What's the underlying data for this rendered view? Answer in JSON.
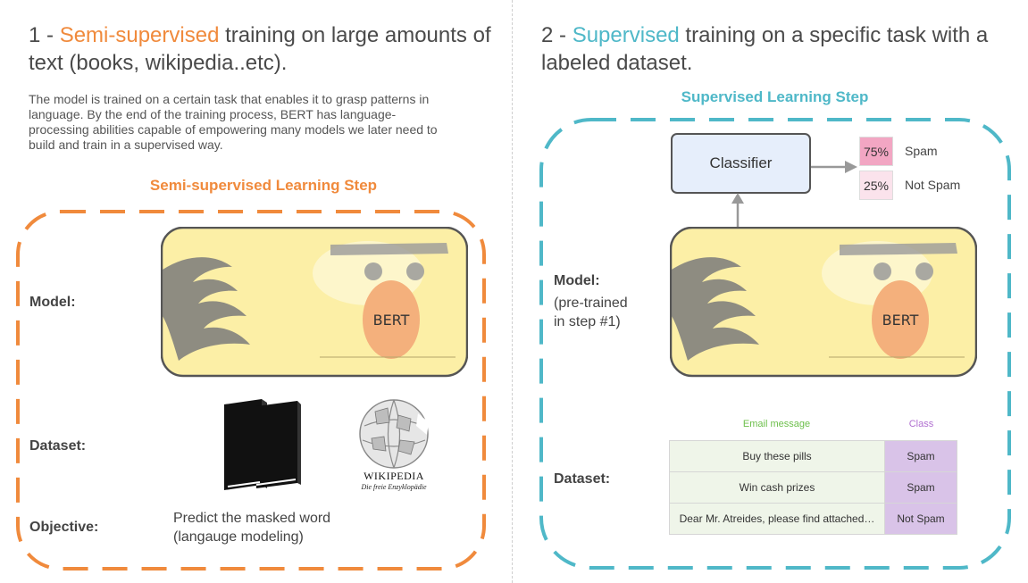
{
  "left": {
    "heading_prefix": "1 - ",
    "heading_accent": "Semi-supervised",
    "heading_rest": " training on large amounts of text (books, wikipedia..etc).",
    "description": "The model is trained on a certain task that enables it to grasp patterns in language. By the end of the training process, BERT has language-processing abilities capable of empowering many models we later need to build and train in a supervised way.",
    "step_title": "Semi-supervised Learning Step",
    "model_label": "Model:",
    "dataset_label": "Dataset:",
    "objective_label": "Objective:",
    "objective_text_1": "Predict the masked word",
    "objective_text_2": "(langauge modeling)",
    "wiki_name": "WIKIPEDIA",
    "wiki_tagline": "Die freie Enzyklopädie"
  },
  "right": {
    "heading_prefix": "2 - ",
    "heading_accent": "Supervised",
    "heading_rest": " training on a specific task with a labeled dataset.",
    "step_title": "Supervised Learning Step",
    "model_label": "Model:",
    "model_sub_1": "(pre-trained",
    "model_sub_2": "in step #1)",
    "dataset_label": "Dataset:",
    "classifier_label": "Classifier",
    "outputs": [
      {
        "percent": "75%",
        "label": "Spam"
      },
      {
        "percent": "25%",
        "label": "Not Spam"
      }
    ],
    "table": {
      "col_message": "Email message",
      "col_class": "Class",
      "rows": [
        {
          "message": "Buy these pills",
          "class": "Spam"
        },
        {
          "message": "Win cash prizes",
          "class": "Spam"
        },
        {
          "message": "Dear Mr. Atreides, please find attached…",
          "class": "Not Spam"
        }
      ]
    }
  },
  "bert_label": "BERT",
  "colors": {
    "orange": "#f08a3c",
    "teal": "#4fb8c8",
    "bert_yellow": "#fcefa6",
    "bert_nose": "#f4b07c",
    "spam_high": "#f2a6c3",
    "spam_low": "#fbe3ec",
    "msg_green": "#6cbf4a",
    "class_purple": "#b06fd0"
  }
}
